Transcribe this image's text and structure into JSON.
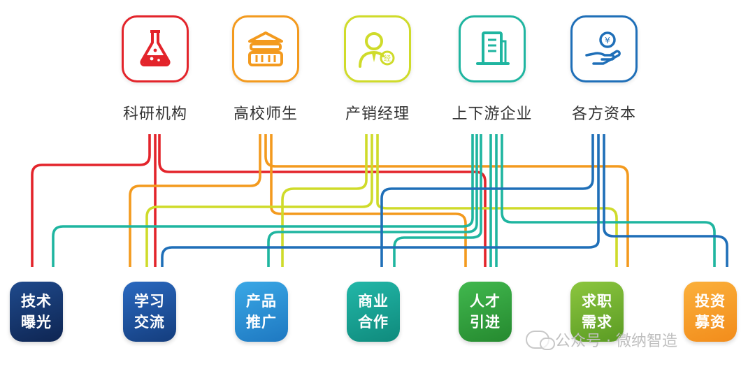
{
  "sources": [
    {
      "label": "科研机构",
      "icon": "flask-icon",
      "color": "#e3242b"
    },
    {
      "label": "高校师生",
      "icon": "university-building-icon",
      "color": "#f39a1e"
    },
    {
      "label": "产销经理",
      "icon": "manager-person-icon",
      "color": "#cfdb2a"
    },
    {
      "label": "上下游企业",
      "icon": "office-building-icon",
      "color": "#1fb5a0"
    },
    {
      "label": "各方资本",
      "icon": "hand-money-icon",
      "color": "#1f6fb8"
    }
  ],
  "targets": [
    {
      "line1": "技术",
      "line2": "曝光",
      "color_top": "#1f4a8c",
      "color_bottom": "#0e2552"
    },
    {
      "line1": "学习",
      "line2": "交流",
      "color_top": "#2a69c0",
      "color_bottom": "#143d7d"
    },
    {
      "line1": "产品",
      "line2": "推广",
      "color_top": "#3aa8e6",
      "color_bottom": "#1e78c1"
    },
    {
      "line1": "商业",
      "line2": "合作",
      "color_top": "#22b7a8",
      "color_bottom": "#0f8a7c"
    },
    {
      "line1": "人才",
      "line2": "引进",
      "color_top": "#41b84e",
      "color_bottom": "#25892f"
    },
    {
      "line1": "求职",
      "line2": "需求",
      "color_top": "#8cc63f",
      "color_bottom": "#5a9b23"
    },
    {
      "line1": "投资",
      "line2": "募资",
      "color_top": "#fbb03b",
      "color_bottom": "#f28c1b"
    }
  ],
  "watermark": {
    "text": "公众号 · 微纳智造",
    "icon": "wechat-icon"
  }
}
